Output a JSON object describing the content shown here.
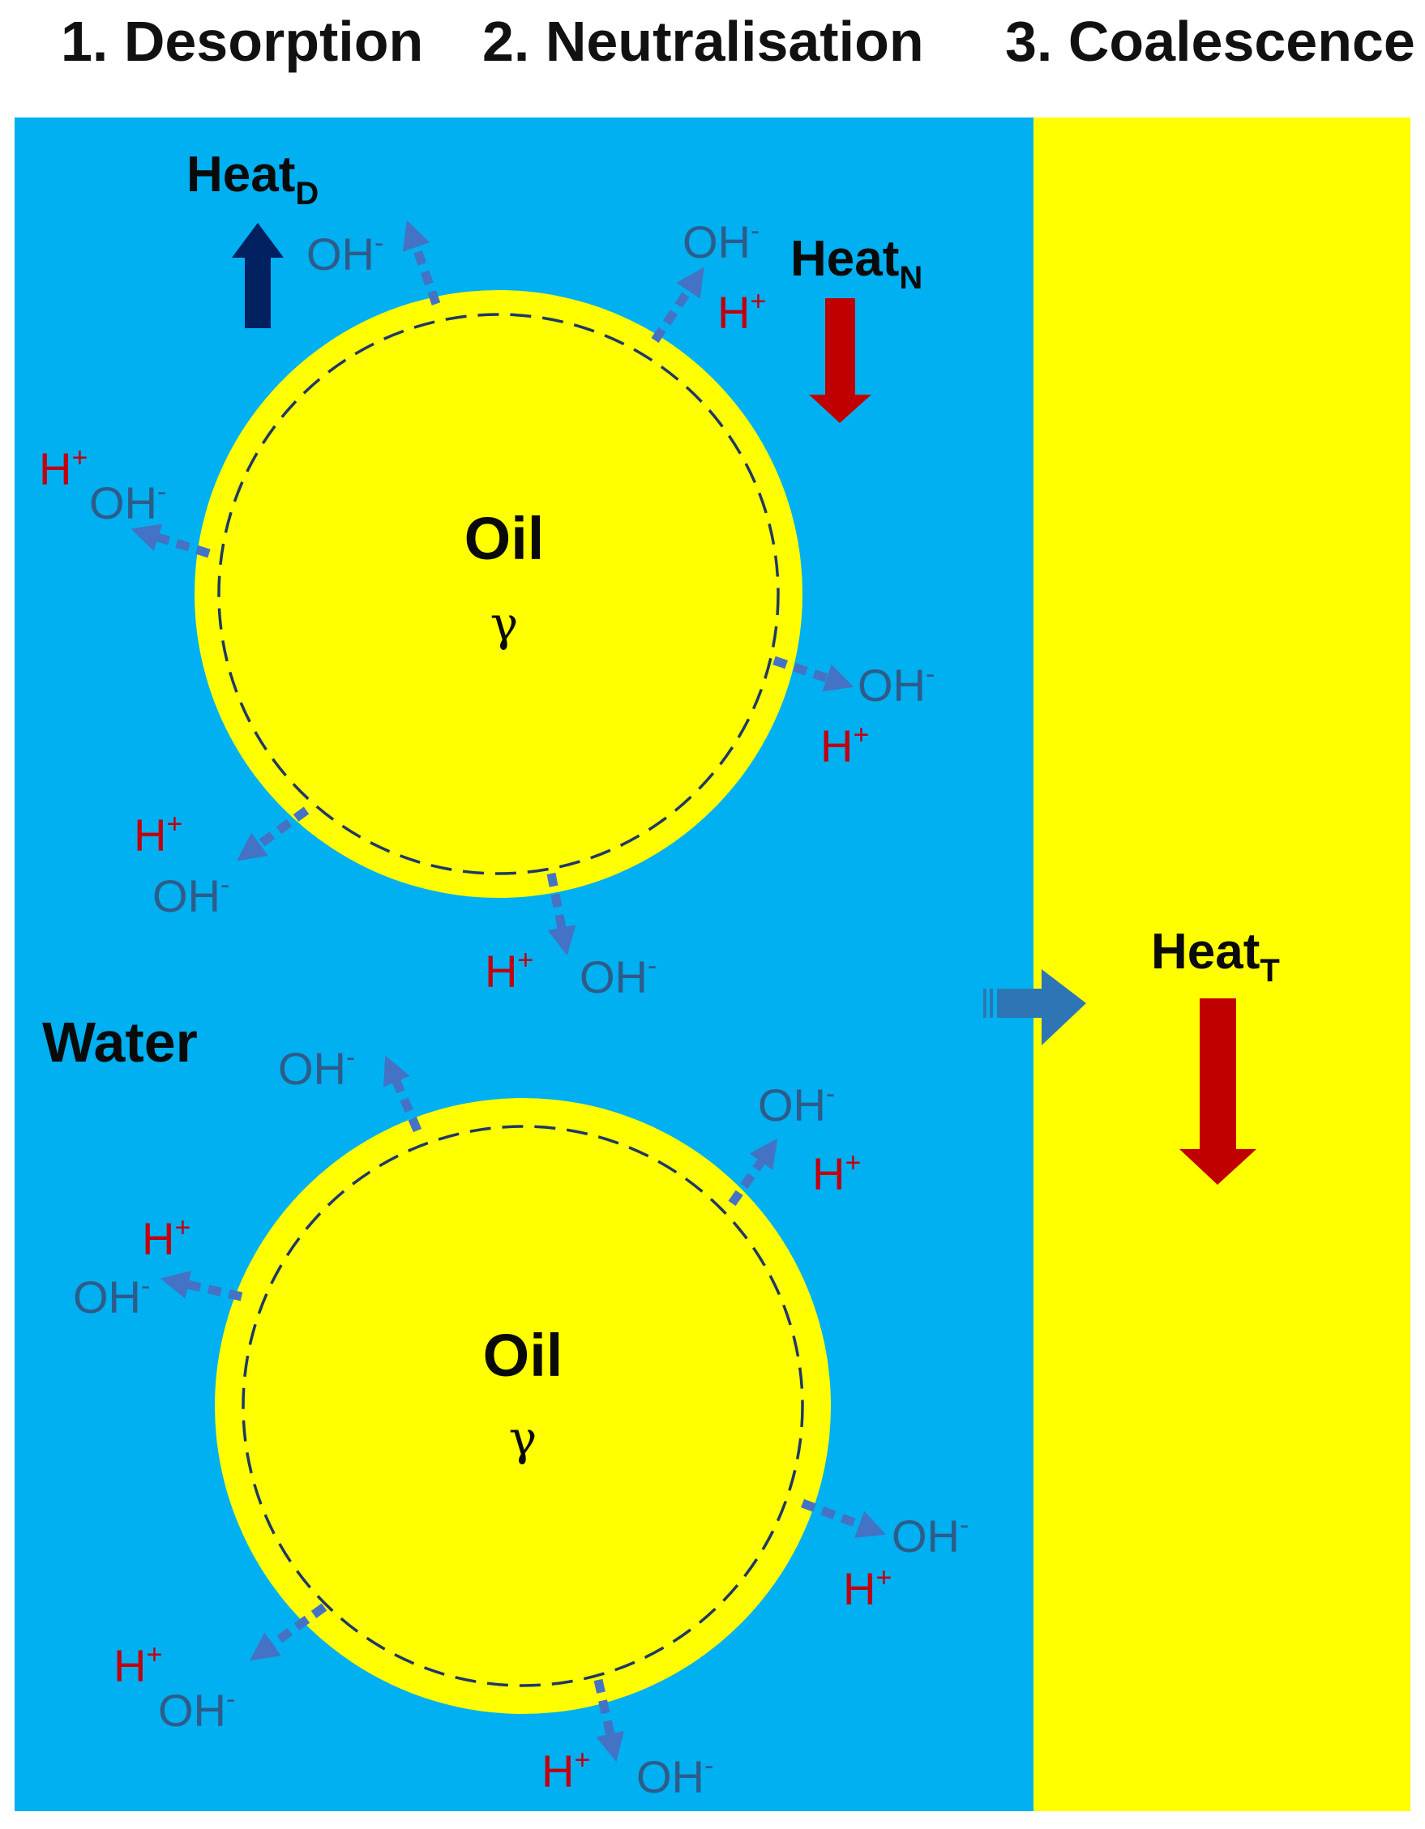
{
  "stages": [
    {
      "label": "1. Desorption"
    },
    {
      "label": "2. Neutralisation"
    },
    {
      "label": "3. Coalescence"
    }
  ],
  "heat": {
    "desorption": {
      "text": "Heat",
      "sub": "D"
    },
    "neutralisation": {
      "text": "Heat",
      "sub": "N"
    },
    "coalescence": {
      "text": "Heat",
      "sub": "T"
    }
  },
  "water_label": "Water",
  "droplets": [
    {
      "label": "Oil",
      "symbol": "γ"
    },
    {
      "label": "Oil",
      "symbol": "γ"
    }
  ],
  "ion_labels": {
    "hydroxide": "OH",
    "hydroxide_charge": "-",
    "proton": "H",
    "proton_charge": "+"
  },
  "colors": {
    "water": "#00b0f0",
    "oil": "#ffff00",
    "ion_arrow": "#4472c4",
    "hydroxide_text": "#2e5c8a",
    "proton_text": "#c0000f",
    "heat_out_arrow": "#002060",
    "heat_in_arrow": "#c00000",
    "flow_arrow": "#2e75b6",
    "boundary": "#1f3864"
  }
}
